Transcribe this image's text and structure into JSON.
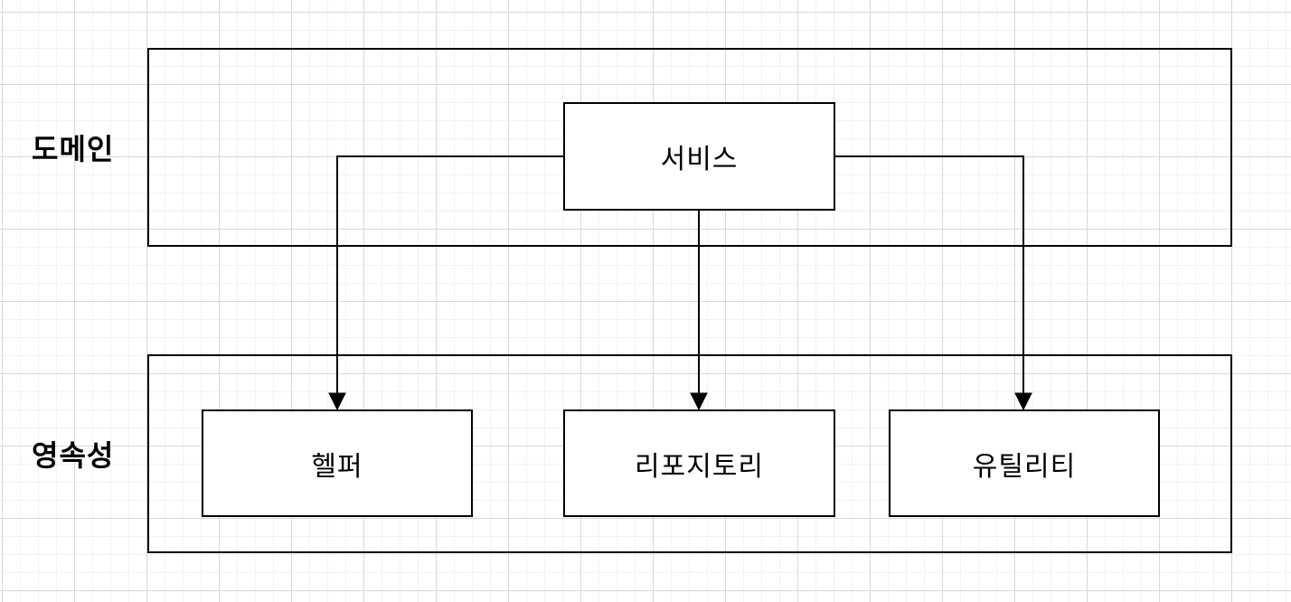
{
  "diagram": {
    "lanes": [
      {
        "id": "domain",
        "label": "도메인"
      },
      {
        "id": "persistence",
        "label": "영속성"
      }
    ],
    "nodes": [
      {
        "id": "service",
        "label": "서비스",
        "lane": "domain"
      },
      {
        "id": "helper",
        "label": "헬퍼",
        "lane": "persistence"
      },
      {
        "id": "repository",
        "label": "리포지토리",
        "lane": "persistence"
      },
      {
        "id": "utility",
        "label": "유틸리티",
        "lane": "persistence"
      }
    ],
    "edges": [
      {
        "from": "service",
        "to": "helper",
        "arrow": "filled-triangle"
      },
      {
        "from": "service",
        "to": "repository",
        "arrow": "filled-triangle"
      },
      {
        "from": "service",
        "to": "utility",
        "arrow": "filled-triangle"
      }
    ],
    "colors": {
      "stroke": "#000000",
      "node_fill": "#ffffff",
      "background": "#ffffff",
      "grid_minor": "#f2f2f2",
      "grid_major": "#d8d8d8"
    }
  }
}
